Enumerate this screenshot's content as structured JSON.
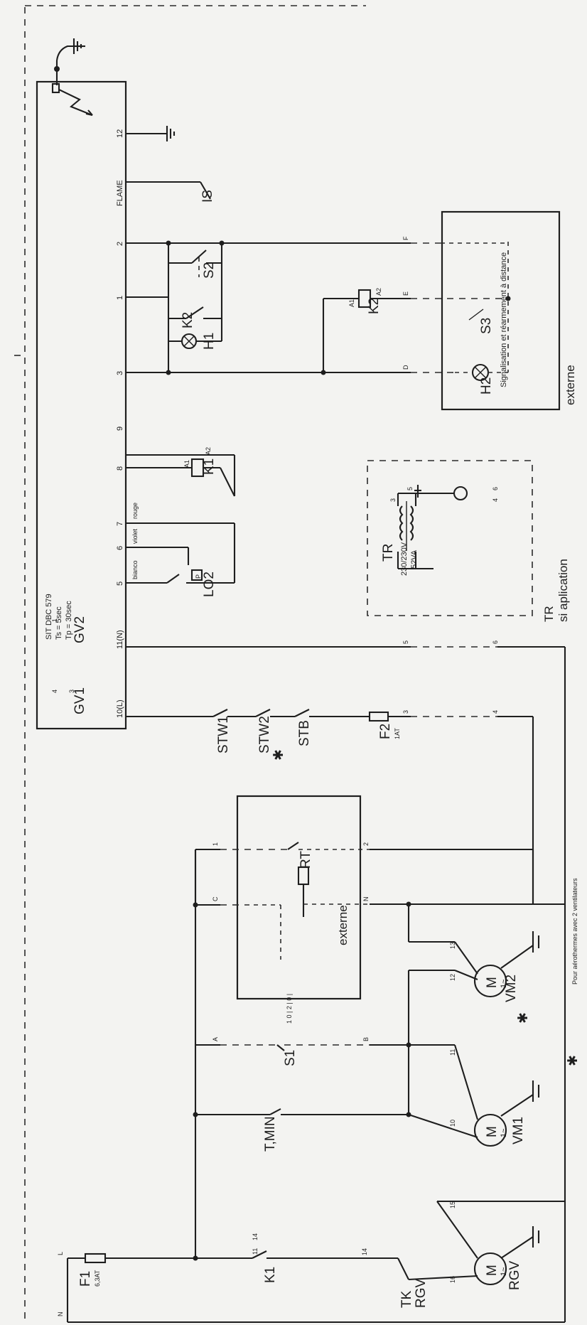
{
  "controller": {
    "title": "SIT DBC 579",
    "ts": "Ts = 5sec",
    "tp": "Tp = 30sec",
    "flame_label": "FLAME",
    "terminals": [
      "10(L)",
      "11(N)",
      "5",
      "6",
      "7",
      "8",
      "9",
      "3",
      "1",
      "2",
      "FLAME",
      "12"
    ],
    "valves": [
      "GV1",
      "GV2"
    ],
    "valve_pins": [
      "4",
      "3",
      "1"
    ],
    "lo2_terminal_labels": [
      "bianco",
      "violet",
      "rouge"
    ]
  },
  "components": {
    "f1": "F1",
    "f1_rating": "6,3AT",
    "f2": "F2",
    "f2_rating": "1AT",
    "k1": "K1",
    "k2": "K2",
    "lo2": "LO2",
    "lo2_box": "P",
    "stw1": "STW1",
    "stw2": "STW2",
    "stb": "STB",
    "t_min": "T,MIN",
    "rt": "RT",
    "s1": "S1",
    "s1_positions": "1 0 | 2 | 0 |",
    "s2": "S2",
    "s3": "S3",
    "h1": "H1",
    "h2": "H2",
    "is": "IS",
    "tk": "TK",
    "rgv": "RGV",
    "vm1": "VM1",
    "vm2": "VM2",
    "motor_symbol": "M",
    "motor_phase": "1~",
    "tr": "TR",
    "tr_rating_1": "230/230V",
    "tr_rating_2": "52VA",
    "a1": "A1",
    "a2": "A2",
    "k1_contact_11": "11",
    "k1_contact_14": "14"
  },
  "terminal_labels": {
    "row_bottom": [
      "N",
      "L",
      "14",
      "16",
      "15",
      "10",
      "11",
      "12",
      "13",
      "2",
      "4",
      "6"
    ],
    "row_top": [
      "1",
      "C",
      "A",
      "B",
      "N",
      "3",
      "5",
      "D",
      "E",
      "F"
    ],
    "transformer": [
      "3",
      "5",
      "4",
      "6"
    ]
  },
  "box_labels": {
    "externe_top": "externe",
    "externe_bottom": "externe",
    "signal_box": "Signalisation et réarmement à distance",
    "tr_option": "TR",
    "tr_option_sub": "si aplication"
  },
  "footnote": {
    "star": "✱",
    "text": "Pour aérothermes avec 2 ventilateurs"
  }
}
